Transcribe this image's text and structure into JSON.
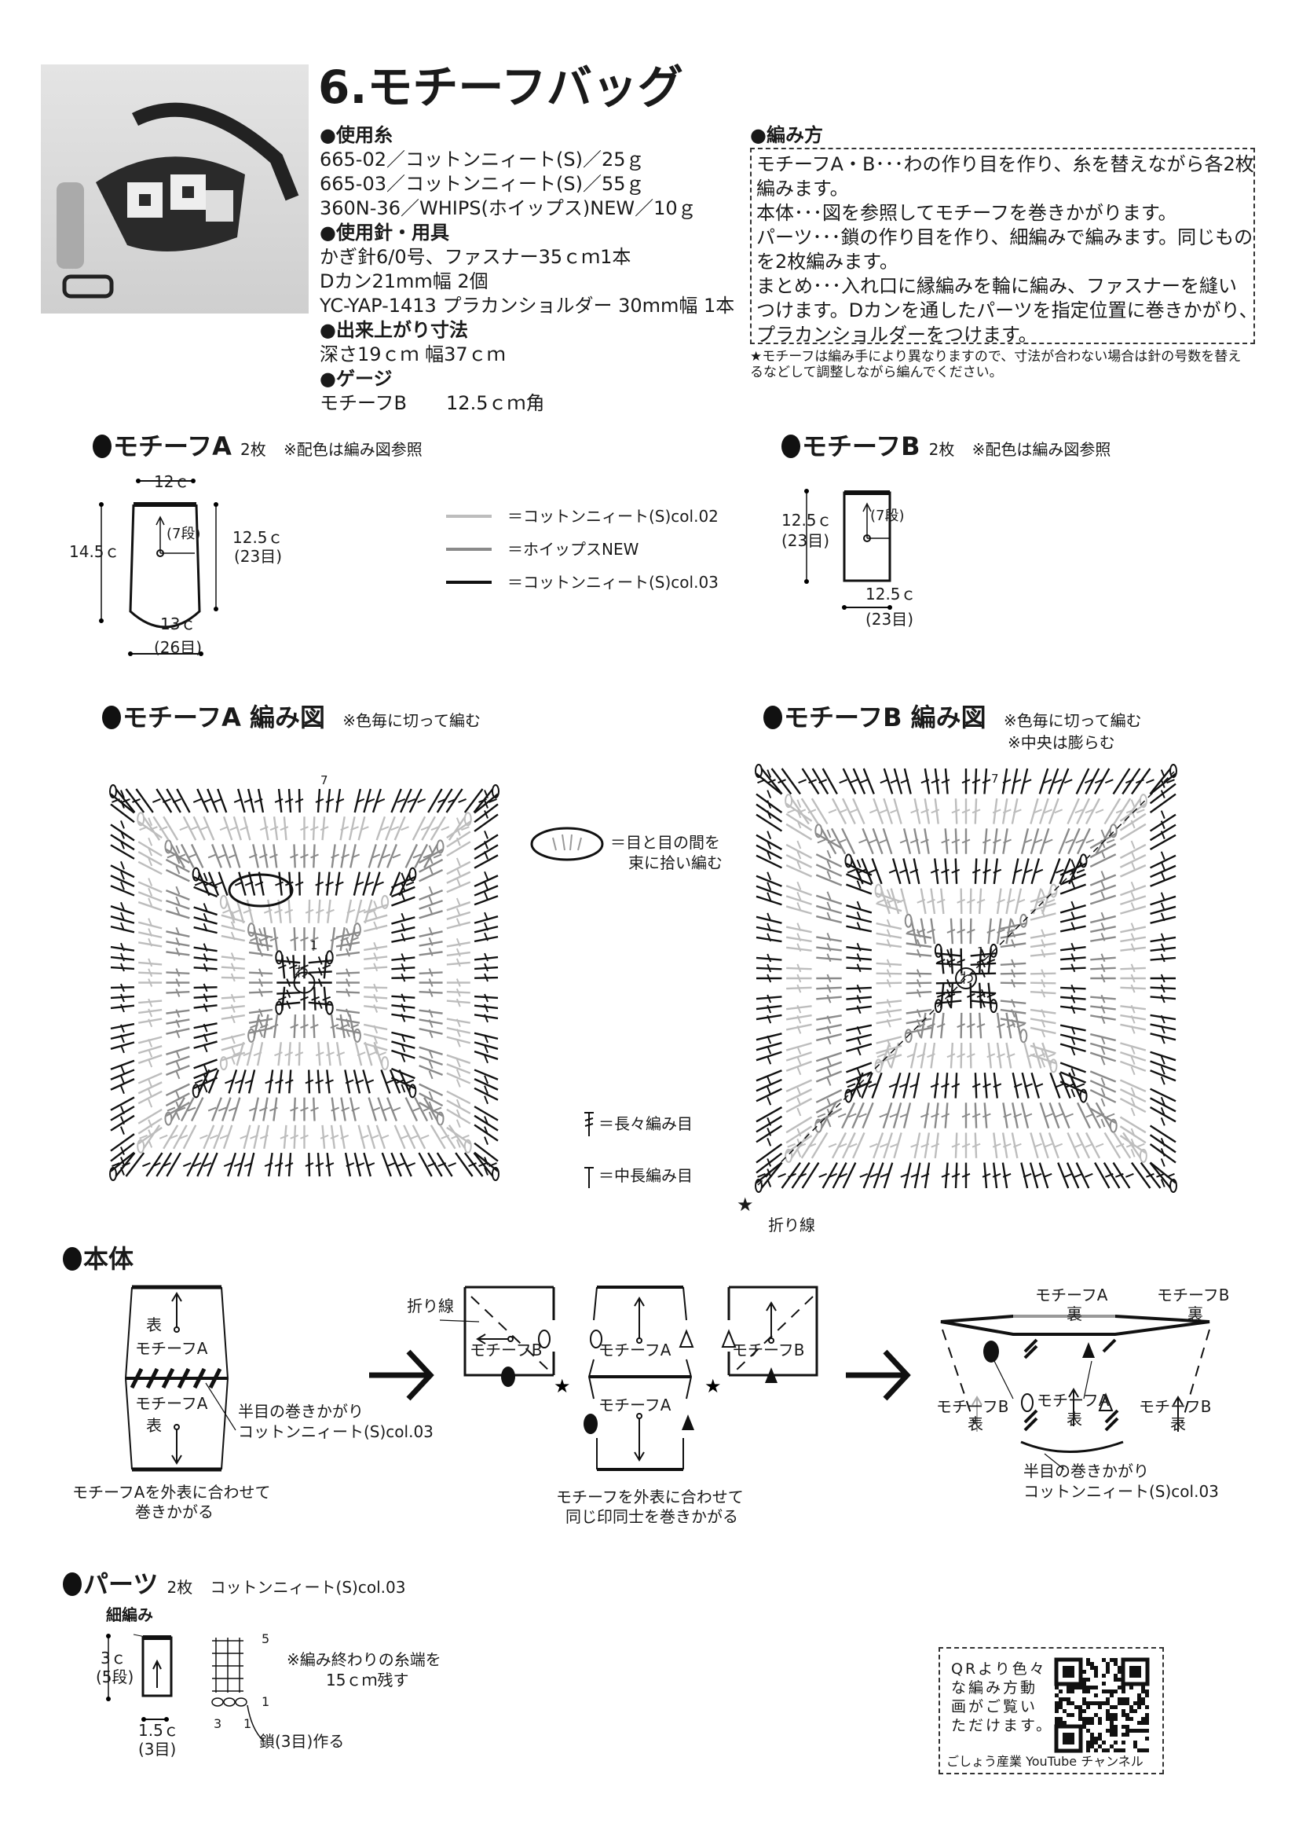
{
  "title": "6.モチーフバッグ",
  "materials": {
    "yarn_heading": "●使用糸",
    "yarn": [
      "665-02／コットンニィート(S)／25ｇ",
      "665-03／コットンニィート(S)／55ｇ",
      "360N-36／WHIPS(ホイップス)NEW／10ｇ"
    ],
    "tools_heading": "●使用針・用具",
    "tools": [
      "かぎ針6/0号、ファスナー35ｃｍ1本",
      "Dカン21mm幅 2個",
      "YC-YAP-1413 プラカンショルダー 30mm幅 1本"
    ],
    "size_heading": "●出来上がり寸法",
    "size": "深さ19ｃｍ 幅37ｃｍ",
    "gauge_heading": "●ゲージ",
    "gauge_label": "モチーフB",
    "gauge_value": "12.5ｃｍ角"
  },
  "method": {
    "heading": "●編み方",
    "lines": [
      "モチーフA・B･･･わの作り目を作り、糸を替えながら各2枚",
      "編みます。",
      "本体･･･図を参照してモチーフを巻きかがります。",
      "パーツ･･･鎖の作り目を作り、細編みで編みます。同じもの",
      "を2枚編みます。",
      "まとめ･･･入れ口に縁編みを輪に編み、ファスナーを縫い",
      "つけます。Dカンを通したパーツを指定位置に巻きかがり、",
      "プラカンショルダーをつけます。"
    ],
    "note": [
      "★モチーフは編み手により異なりますので、寸法が合わない場合は針の号数を替え",
      "るなどして調整しながら編んでください。"
    ]
  },
  "motif_a": {
    "heading": "モチーフA",
    "count": "2枚",
    "note": "※配色は編み図参照",
    "top": "12ｃ",
    "left": "14.5ｃ",
    "right": "12.5ｃ",
    "right_sub": "(23目)",
    "rows": "(7段)",
    "bottom": "13ｃ",
    "bottom_sub": "(26目)"
  },
  "motif_b": {
    "heading": "モチーフB",
    "count": "2枚",
    "note": "※配色は編み図参照",
    "left": "12.5ｃ",
    "left_sub": "(23目)",
    "rows": "(7段)",
    "bottom": "12.5ｃ",
    "bottom_sub": "(23目)"
  },
  "legend": [
    {
      "label": "＝コットンニィート(S)col.02",
      "color": "#bdbdbd"
    },
    {
      "label": "＝ホイップスNEW",
      "color": "#8a8a8a"
    },
    {
      "label": "＝コットンニィート(S)col.03",
      "color": "#111111"
    }
  ],
  "chart_a": {
    "heading": "モチーフA 編み図",
    "note": "※色毎に切って編む",
    "round_colors": [
      "#111111",
      "#8a8a8a",
      "#bdbdbd",
      "#111111",
      "#8a8a8a",
      "#bdbdbd",
      "#111111"
    ],
    "center": "わ",
    "first_round": "1",
    "last_round": "7"
  },
  "chart_b": {
    "heading": "モチーフB 編み図",
    "note": "※色毎に切って編む",
    "note2": "※中央は膨らむ",
    "round_colors": [
      "#111111",
      "#8a8a8a",
      "#bdbdbd",
      "#111111",
      "#8a8a8a",
      "#bdbdbd",
      "#111111"
    ],
    "center": "わ",
    "first_round": "1",
    "last_round": "7",
    "fold_label": "折り線"
  },
  "symbols": {
    "oval": [
      "＝目と目の間を",
      "束に拾い編む"
    ],
    "dtr": "＝長々編み目",
    "hdc": "＝中長編み目"
  },
  "body": {
    "heading": "本体",
    "front": "表",
    "back": "裏",
    "motif_a": "モチーフA",
    "motif_b": "モチーフB",
    "seam": [
      "半目の巻きかがり",
      "コットンニィート(S)col.03"
    ],
    "fold": "折り線",
    "caption1": [
      "モチーフAを外表に合わせて",
      "巻きかがる"
    ],
    "caption2": [
      "モチーフを外表に合わせて",
      "同じ印同士を巻きかがる"
    ]
  },
  "parts": {
    "heading": "パーツ",
    "count": "2枚",
    "yarn": "コットンニィート(S)col.03",
    "stitch": "細編み",
    "height": "3ｃ",
    "height_sub": "(5段)",
    "width": "1.5ｃ",
    "width_sub": "(3目)",
    "row_top": "5",
    "row_bottom": "1",
    "chain_start": "3",
    "chain_end": "1",
    "chain_note": "鎖(3目)作る",
    "note": [
      "※編み終わりの糸端を",
      "15ｃｍ残す"
    ]
  },
  "qr": {
    "text": [
      "QRより色々",
      "な編み方動",
      "画がご覧い",
      "ただけます。"
    ],
    "caption": "ごしょう産業 YouTube チャンネル"
  }
}
